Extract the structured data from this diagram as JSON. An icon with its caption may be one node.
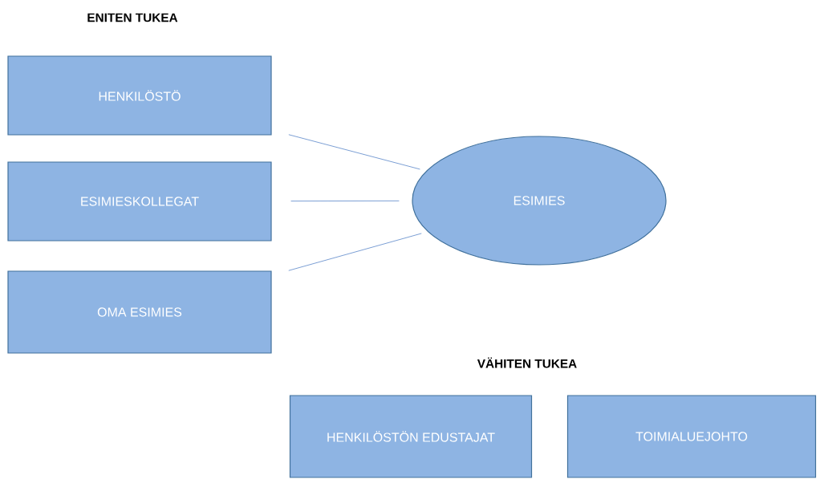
{
  "diagram": {
    "nodes": [
      {
        "text": [
          "HENKILÖSTÖ"
        ]
      },
      {
        "text": [
          "ESIMIESKOLLEGAT"
        ]
      },
      {
        "text": [
          "OMA ESIMIES"
        ]
      },
      {
        "text": [
          "ESIMIES"
        ]
      },
      {
        "text": [
          "HENKILÖSTÖN EDUSTAJAT"
        ]
      },
      {
        "text": [
          "TOIMIALUEJOHTO"
        ]
      }
    ],
    "edges": [
      {
        "from": 0,
        "to": 3,
        "arrow": "none"
      },
      {
        "from": 1,
        "to": 3,
        "arrow": "none"
      },
      {
        "from": 2,
        "to": 3,
        "arrow": "none"
      }
    ],
    "labels": [
      "ENITEN TUKEA",
      "VÄHITEN TUKEA"
    ]
  }
}
